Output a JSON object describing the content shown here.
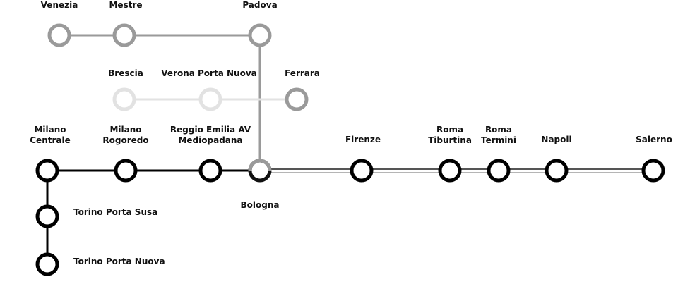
{
  "colors": {
    "main": "#000000",
    "upper": "#9a9a9a",
    "faint": "#e2e2e2",
    "station_fill": "#ffffff"
  },
  "stations": {
    "venezia": "Venezia",
    "mestre": "Mestre",
    "padova": "Padova",
    "brescia": "Brescia",
    "verona": "Verona Porta Nuova",
    "ferrara": "Ferrara",
    "milano_centrale": "Milano\nCentrale",
    "milano_rogoredo": "Milano\nRogoredo",
    "reggio_emilia": "Reggio Emilia AV\nMediopadana",
    "bologna": "Bologna",
    "firenze": "Firenze",
    "roma_tiburtina": "Roma\nTiburtina",
    "roma_termini": "Roma\nTermini",
    "napoli": "Napoli",
    "salerno": "Salerno",
    "torino_porta_susa": "Torino Porta Susa",
    "torino_porta_nuova": "Torino Porta Nuova"
  }
}
